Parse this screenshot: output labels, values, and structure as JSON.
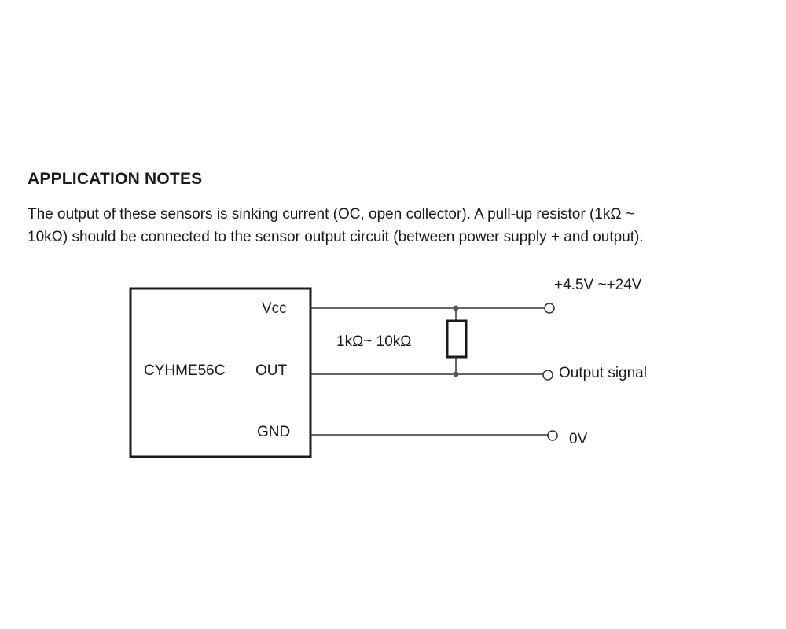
{
  "notes": {
    "heading": "APPLICATION NOTES",
    "paragraph_line1": "The output of these sensors is sinking current (OC, open collector). A pull-up resistor (1kΩ ~",
    "paragraph_line2": "10kΩ) should be connected to the sensor output circuit (between power supply + and output)."
  },
  "circuit": {
    "part_number": "CYHME56C",
    "pins": {
      "vcc": "Vcc",
      "out": "OUT",
      "gnd": "GND"
    },
    "resistor_label": "1kΩ~ 10kΩ",
    "terminals": {
      "supply": "+4.5V ~+24V",
      "output": "Output signal",
      "ground": "0V"
    }
  }
}
